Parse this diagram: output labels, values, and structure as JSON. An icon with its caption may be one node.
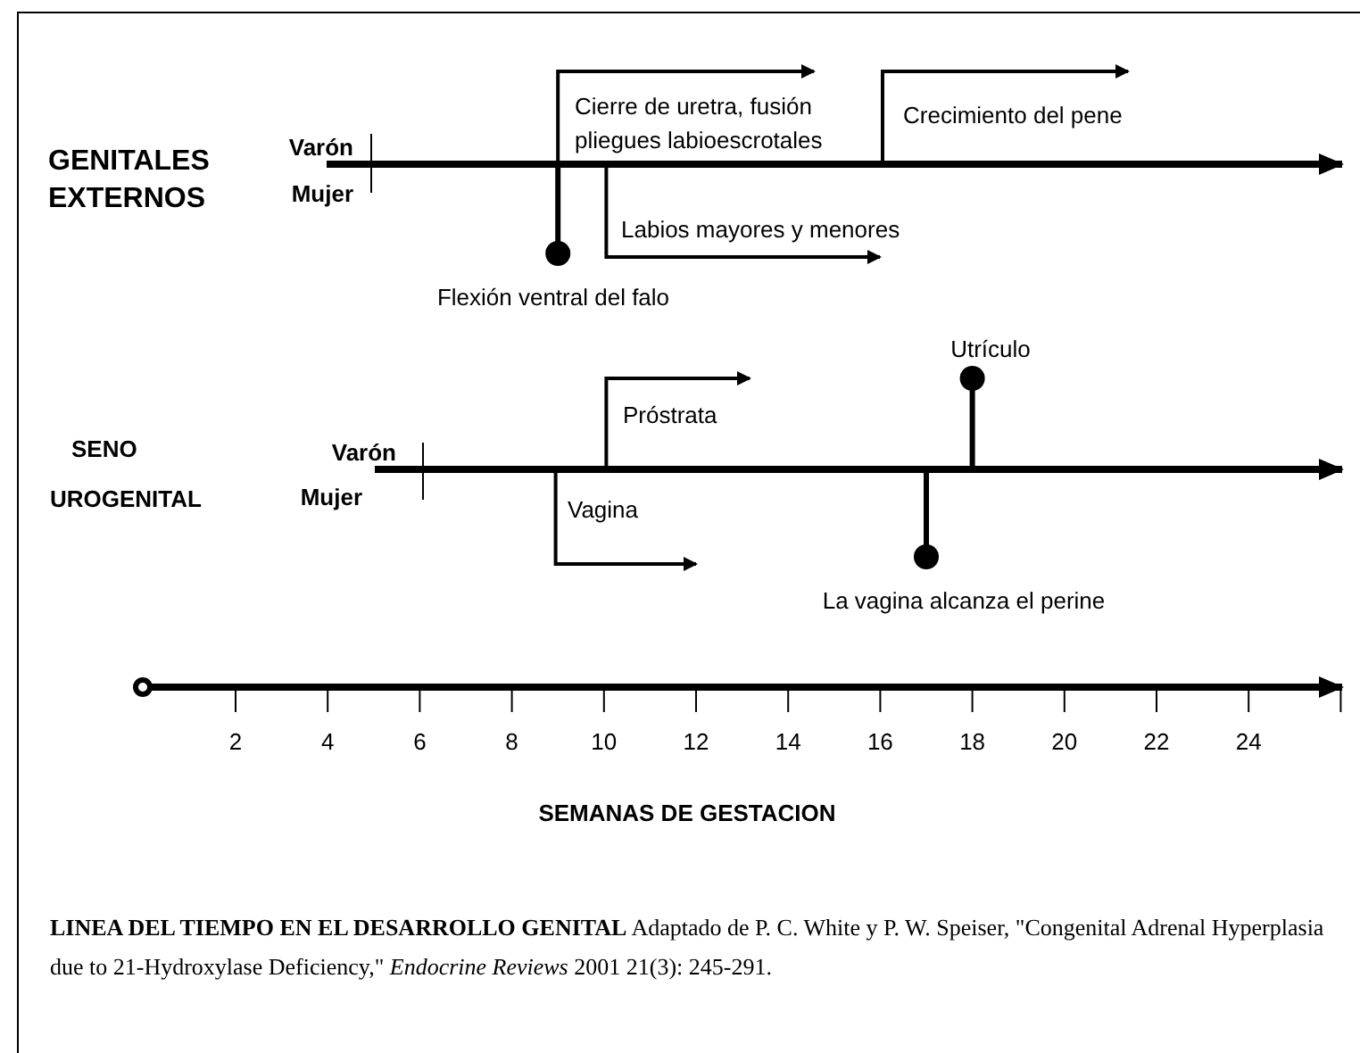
{
  "diagram": {
    "caption": "**LINEA DEL TIEMPO EN EL DESARROLLO GENITAL**     Adaptado de P. C. White y  P. W. Speiser, \"Congenital Adrenal Hyperplasia due to 21-Hydroxylase Deficiency,\"     *Endocrine Reviews*   2001 21(3): 245-291.",
    "labels": [
      "GENITALES EXTERNOS",
      "Varón",
      "Mujer",
      "Cierre de uretra, fusión pliegues labioescrotales",
      "Crecimiento del pene",
      "Labios mayores y menores",
      "Flexión ventral del falo",
      "Utrículo",
      "Próstrata",
      "SENO",
      "Varón",
      "UROGENITAL",
      "Mujer",
      "Vagina",
      "La vagina alcanza el perine",
      "2",
      "4",
      "6",
      "8",
      "10",
      "12",
      "14",
      "16",
      "18",
      "20",
      "22",
      "24",
      "SEMANAS DE GESTACION"
    ]
  }
}
